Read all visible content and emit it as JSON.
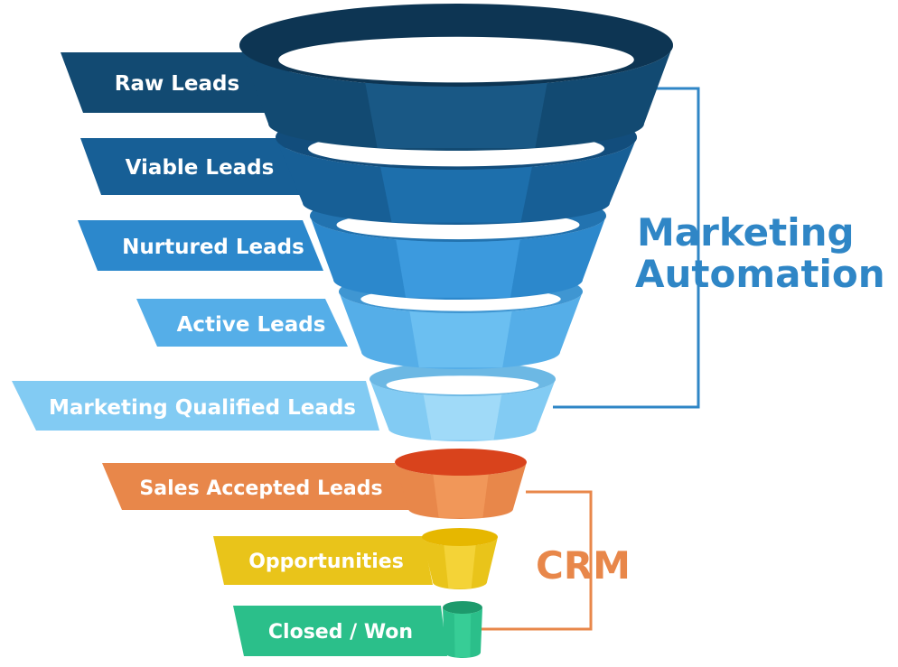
{
  "stages": [
    {
      "label": "Raw Leads",
      "color": "#124a72",
      "band": "#1b5b88",
      "inner": "#0d3553"
    },
    {
      "label": "Viable Leads",
      "color": "#175f96",
      "band": "#1f72b0",
      "inner": "#124d7c"
    },
    {
      "label": "Nurtured Leads",
      "color": "#2c88cc",
      "band": "#3f9ee0",
      "inner": "#2273b0"
    },
    {
      "label": "Active Leads",
      "color": "#55aee8",
      "band": "#70c2f2",
      "inner": "#3f96d2"
    },
    {
      "label": "Marketing Qualified Leads",
      "color": "#82cbf3",
      "band": "#a6ddf8",
      "inner": "#6cb8e4"
    },
    {
      "label": "Sales Accepted Leads",
      "color": "#e8874a",
      "band": "#f29a5c",
      "inner": "#d9431c"
    },
    {
      "label": "Opportunities",
      "color": "#e9c41a",
      "band": "#f6d63d",
      "inner": "#e6b700"
    },
    {
      "label": "Closed / Won",
      "color": "#2bbf8a",
      "band": "#39cf98",
      "inner": "#1d9a6c"
    }
  ],
  "groups": [
    {
      "label_line1": "Marketing",
      "label_line2": "Automation",
      "color": "#2f86c6"
    },
    {
      "label": "CRM",
      "color": "#e8874a"
    }
  ]
}
